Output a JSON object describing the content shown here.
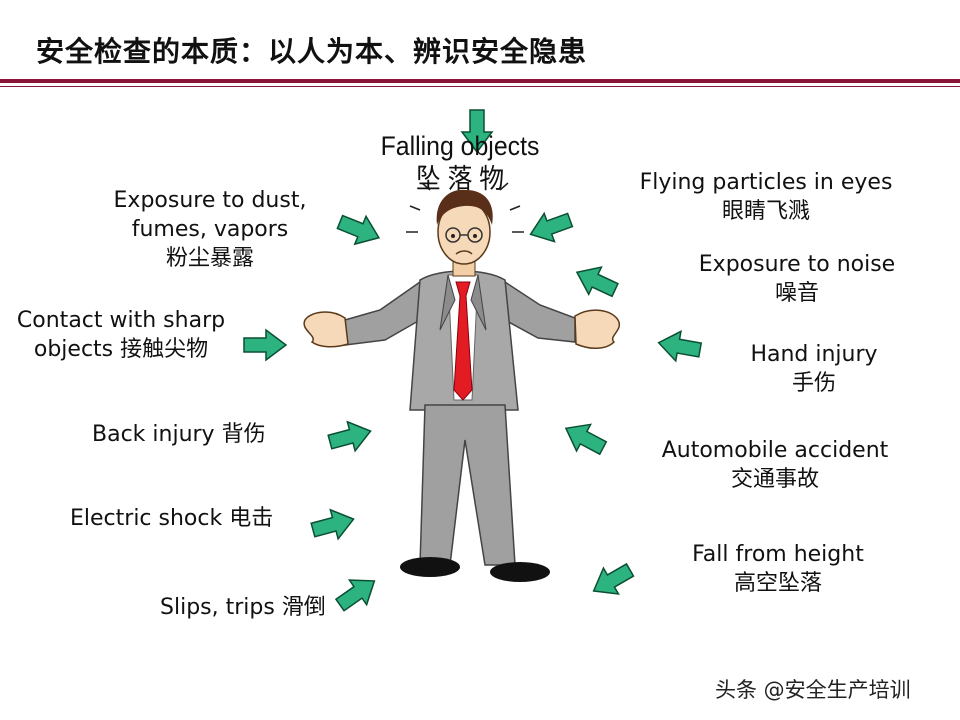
{
  "title": "安全检查的本质：以人为本、辨识安全隐患",
  "falling_objects": {
    "en": "Falling objects",
    "zh": "坠 落 物"
  },
  "left_labels": {
    "dust_en1": "Exposure to dust,",
    "dust_en2": "fumes, vapors",
    "dust_zh": "粉尘暴露",
    "sharp_en": "Contact with sharp",
    "sharp_en2": "objects 接触尖物",
    "back": "Back injury 背伤",
    "electric": "Electric shock 电击",
    "slips": "Slips, trips 滑倒"
  },
  "right_labels": {
    "flying_en": "Flying particles in eyes",
    "flying_zh": "眼睛飞溅",
    "noise_en": "Exposure to noise",
    "noise_zh": "噪音",
    "hand_en": "Hand injury",
    "hand_zh": "手伤",
    "auto_en": "Automobile accident",
    "auto_zh": "交通事故",
    "fall_en": "Fall from height",
    "fall_zh": "高空坠落"
  },
  "watermark": "头条 @安全生产培训",
  "colors": {
    "accent": "#8a1538",
    "arrow": "#2db37f",
    "tie": "#e31b23",
    "suit": "#9a9a9a"
  }
}
